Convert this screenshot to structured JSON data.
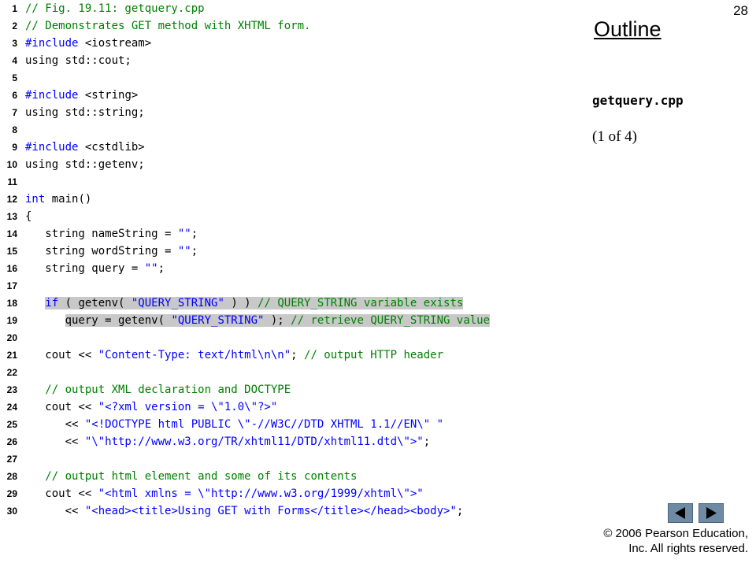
{
  "page_number": "28",
  "outline": {
    "title": "Outline",
    "filename": "getquery.cpp",
    "part": "(1 of 4)"
  },
  "copyright": {
    "line1": "© 2006 Pearson Education,",
    "line2": "Inc.  All rights reserved."
  },
  "nav": {
    "prev_icon": "left-arrow-icon",
    "next_icon": "right-arrow-icon"
  },
  "colors": {
    "comment": "#008000",
    "keyword": "#0000ff",
    "string": "#0000ff",
    "highlight": "#c8c8c8",
    "nav_button": "#6f8ba3"
  },
  "code_lines": [
    {
      "num": "1",
      "segments": [
        {
          "t": "// Fig. 19.11: getquery.cpp",
          "k": "comment"
        }
      ]
    },
    {
      "num": "2",
      "segments": [
        {
          "t": "// Demonstrates GET method with XHTML form.",
          "k": "comment"
        }
      ]
    },
    {
      "num": "3",
      "segments": [
        {
          "t": "#include",
          "k": "directive"
        },
        {
          "t": " <iostream>",
          "k": "text"
        }
      ]
    },
    {
      "num": "4",
      "segments": [
        {
          "t": "using std::cout;",
          "k": "text"
        }
      ]
    },
    {
      "num": "5",
      "segments": []
    },
    {
      "num": "6",
      "segments": [
        {
          "t": "#include",
          "k": "directive"
        },
        {
          "t": " <string>",
          "k": "text"
        }
      ]
    },
    {
      "num": "7",
      "segments": [
        {
          "t": "using std::string;",
          "k": "text"
        }
      ]
    },
    {
      "num": "8",
      "segments": []
    },
    {
      "num": "9",
      "segments": [
        {
          "t": "#include",
          "k": "directive"
        },
        {
          "t": " <cstdlib>",
          "k": "text"
        }
      ]
    },
    {
      "num": "10",
      "segments": [
        {
          "t": "using std::getenv;",
          "k": "text"
        }
      ]
    },
    {
      "num": "11",
      "segments": []
    },
    {
      "num": "12",
      "segments": [
        {
          "t": "int",
          "k": "keyword"
        },
        {
          "t": " main()",
          "k": "text"
        }
      ]
    },
    {
      "num": "13",
      "segments": [
        {
          "t": "{",
          "k": "text"
        }
      ]
    },
    {
      "num": "14",
      "segments": [
        {
          "t": "   string nameString = ",
          "k": "text"
        },
        {
          "t": "\"\"",
          "k": "string"
        },
        {
          "t": ";",
          "k": "text"
        }
      ]
    },
    {
      "num": "15",
      "segments": [
        {
          "t": "   string wordString = ",
          "k": "text"
        },
        {
          "t": "\"\"",
          "k": "string"
        },
        {
          "t": ";",
          "k": "text"
        }
      ]
    },
    {
      "num": "16",
      "segments": [
        {
          "t": "   string query = ",
          "k": "text"
        },
        {
          "t": "\"\"",
          "k": "string"
        },
        {
          "t": ";",
          "k": "text"
        }
      ]
    },
    {
      "num": "17",
      "segments": []
    },
    {
      "num": "18",
      "segments": [
        {
          "t": "   ",
          "k": "text"
        },
        {
          "t": "if",
          "k": "keyword",
          "h": true
        },
        {
          "t": " ( getenv( ",
          "k": "text",
          "h": true
        },
        {
          "t": "\"QUERY_STRING\"",
          "k": "string",
          "h": true
        },
        {
          "t": " ) ) ",
          "k": "text",
          "h": true
        },
        {
          "t": "// QUERY_STRING variable exists",
          "k": "comment",
          "h": true
        }
      ]
    },
    {
      "num": "19",
      "segments": [
        {
          "t": "      ",
          "k": "text"
        },
        {
          "t": "query = getenv( ",
          "k": "text",
          "h": true
        },
        {
          "t": "\"QUERY_STRING\"",
          "k": "string",
          "h": true
        },
        {
          "t": " ); ",
          "k": "text",
          "h": true
        },
        {
          "t": "// retrieve QUERY_STRING value",
          "k": "comment",
          "h": true
        }
      ]
    },
    {
      "num": "20",
      "segments": []
    },
    {
      "num": "21",
      "segments": [
        {
          "t": "   cout << ",
          "k": "text"
        },
        {
          "t": "\"Content-Type: text/html\\n\\n\"",
          "k": "string"
        },
        {
          "t": "; ",
          "k": "text"
        },
        {
          "t": "// output HTTP header",
          "k": "comment"
        }
      ]
    },
    {
      "num": "22",
      "segments": []
    },
    {
      "num": "23",
      "segments": [
        {
          "t": "   ",
          "k": "text"
        },
        {
          "t": "// output XML declaration and DOCTYPE",
          "k": "comment"
        }
      ]
    },
    {
      "num": "24",
      "segments": [
        {
          "t": "   cout << ",
          "k": "text"
        },
        {
          "t": "\"<?xml version = \\\"1.0\\\"?>\"",
          "k": "string"
        }
      ]
    },
    {
      "num": "25",
      "segments": [
        {
          "t": "      << ",
          "k": "text"
        },
        {
          "t": "\"<!DOCTYPE html PUBLIC \\\"-//W3C//DTD XHTML 1.1//EN\\\" \"",
          "k": "string"
        }
      ]
    },
    {
      "num": "26",
      "segments": [
        {
          "t": "      << ",
          "k": "text"
        },
        {
          "t": "\"\\\"http://www.w3.org/TR/xhtml11/DTD/xhtml11.dtd\\\">\"",
          "k": "string"
        },
        {
          "t": ";",
          "k": "text"
        }
      ]
    },
    {
      "num": "27",
      "segments": []
    },
    {
      "num": "28",
      "segments": [
        {
          "t": "   ",
          "k": "text"
        },
        {
          "t": "// output html element and some of its contents",
          "k": "comment"
        }
      ]
    },
    {
      "num": "29",
      "segments": [
        {
          "t": "   cout << ",
          "k": "text"
        },
        {
          "t": "\"<html xmlns = \\\"http://www.w3.org/1999/xhtml\\\">\"",
          "k": "string"
        }
      ]
    },
    {
      "num": "30",
      "segments": [
        {
          "t": "      << ",
          "k": "text"
        },
        {
          "t": "\"<head><title>Using GET with Forms</title></head><body>\"",
          "k": "string"
        },
        {
          "t": ";",
          "k": "text"
        }
      ]
    }
  ]
}
